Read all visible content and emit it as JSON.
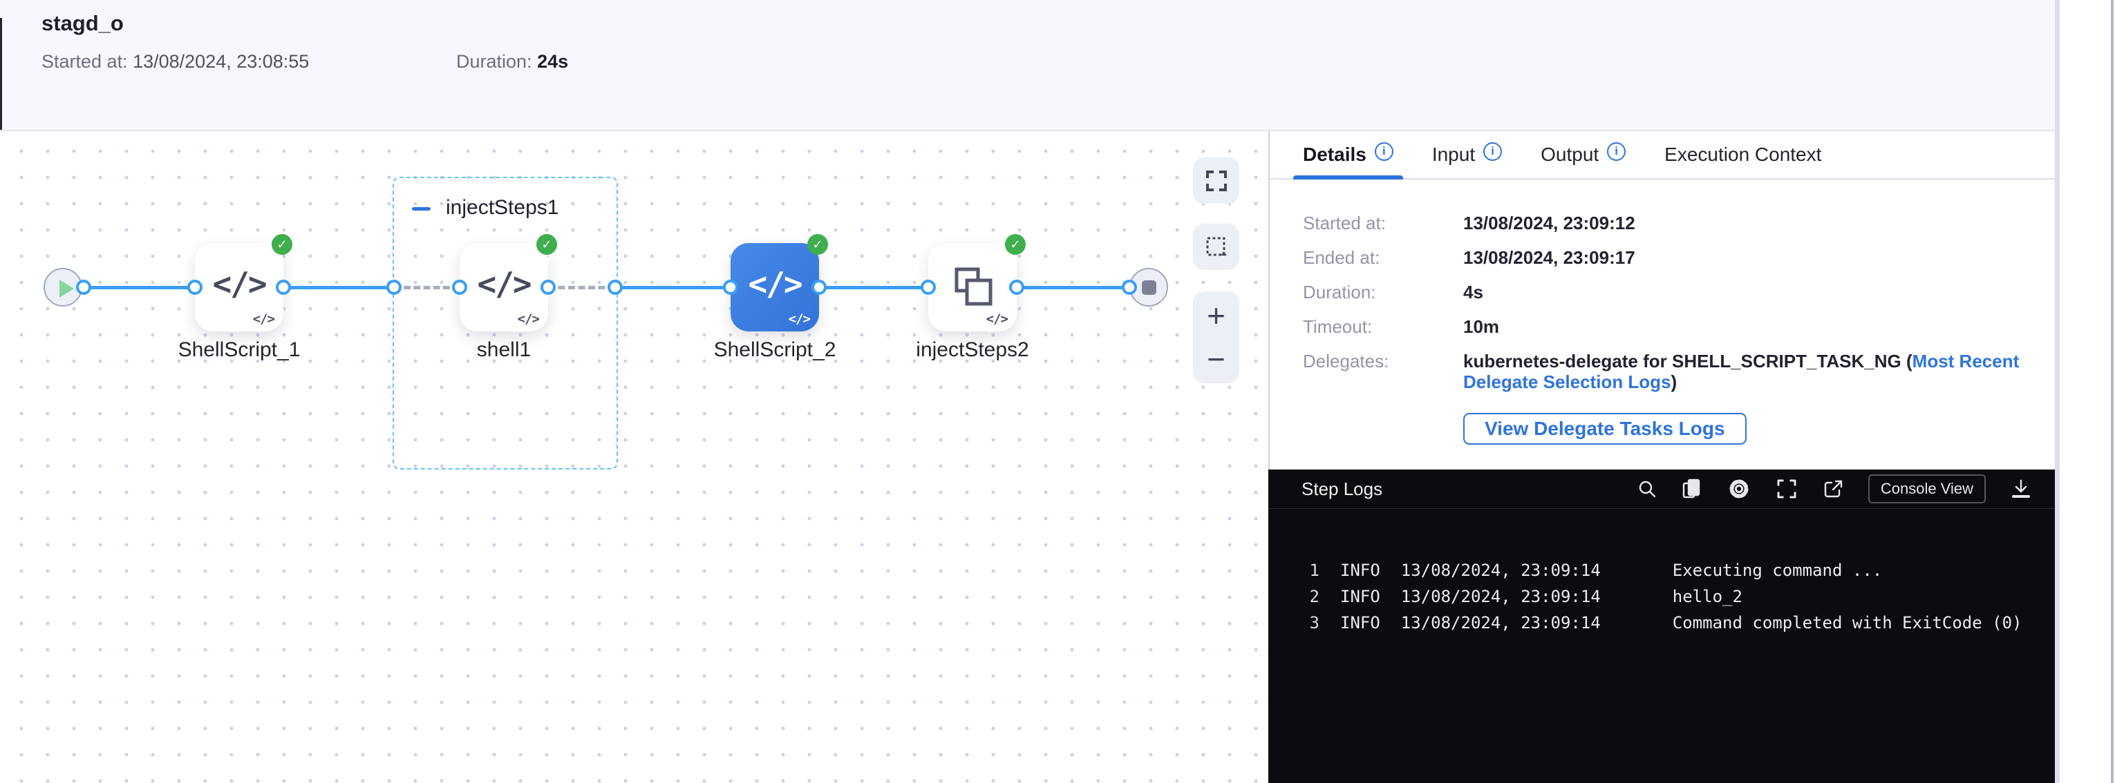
{
  "header": {
    "title": "stagd_o",
    "started_label": "Started at:",
    "started_value": "13/08/2024, 23:08:55",
    "duration_label": "Duration:",
    "duration_value": "24s"
  },
  "canvas": {
    "group": {
      "label": "injectSteps1"
    },
    "steps": [
      {
        "label": "ShellScript_1",
        "type": "shell-script",
        "status": "success"
      },
      {
        "label": "shell1",
        "type": "shell-script",
        "status": "success"
      },
      {
        "label": "ShellScript_2",
        "type": "shell-script",
        "status": "success",
        "selected": true
      },
      {
        "label": "injectSteps2",
        "type": "step-group",
        "status": "success"
      }
    ],
    "icon_glyph": "</>",
    "check_glyph": "✓",
    "controls": {
      "zoom_in": "+",
      "zoom_out": "−"
    }
  },
  "tabs": [
    {
      "label": "Details",
      "info": true,
      "active": true
    },
    {
      "label": "Input",
      "info": true
    },
    {
      "label": "Output",
      "info": true
    },
    {
      "label": "Execution Context",
      "info": false
    }
  ],
  "info_glyph": "i",
  "details": {
    "rows": [
      {
        "label": "Started at:",
        "value": "13/08/2024, 23:09:12"
      },
      {
        "label": "Ended at:",
        "value": "13/08/2024, 23:09:17"
      },
      {
        "label": "Duration:",
        "value": "4s"
      },
      {
        "label": "Timeout:",
        "value": "10m"
      }
    ],
    "delegates_label": "Delegates:",
    "delegates_prefix": "kubernetes-delegate for SHELL_SCRIPT_TASK_NG (",
    "delegates_link": "Most Recent Delegate Selection Logs",
    "delegates_suffix": ")",
    "button_label": "View Delegate Tasks Logs"
  },
  "logs": {
    "title": "Step Logs",
    "console_view_label": "Console View",
    "lines": [
      {
        "n": "1",
        "level": "INFO",
        "time": "13/08/2024, 23:09:14",
        "message": "Executing command ..."
      },
      {
        "n": "2",
        "level": "INFO",
        "time": "13/08/2024, 23:09:14",
        "message": "hello_2"
      },
      {
        "n": "3",
        "level": "INFO",
        "time": "13/08/2024, 23:09:14",
        "message": "Command completed with ExitCode (0)"
      }
    ]
  },
  "colors": {
    "primary_blue": "#2e74dd",
    "graph_link_blue": "#3b9ef3",
    "success_green": "#3fae4d",
    "selected_step_blue": "#3a7ce0",
    "group_border_blue": "#67c4f7",
    "log_background": "#0b0c10"
  }
}
